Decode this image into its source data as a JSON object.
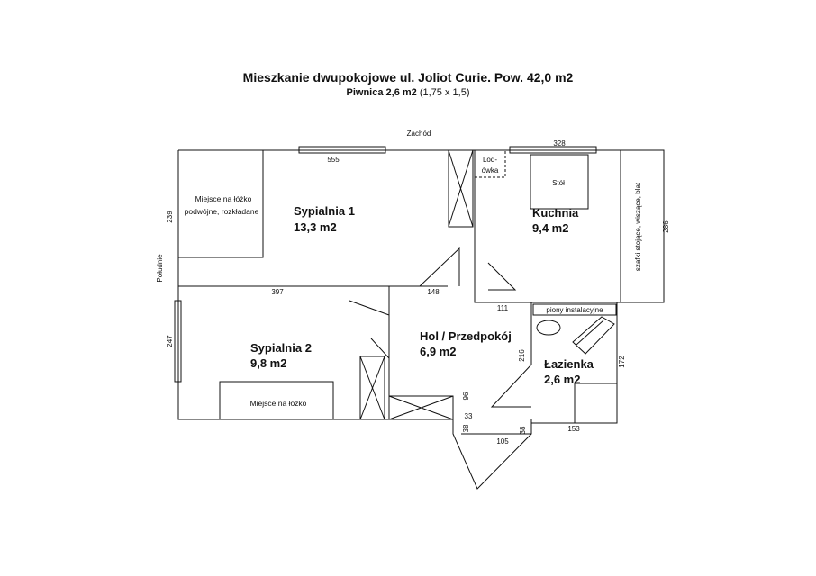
{
  "title": "Mieszkanie dwupokojowe ul. Joliot Curie. Pow. 42,0 m2",
  "subtitle_bold": "Piwnica 2,6 m2",
  "subtitle_rest": " (1,75 x 1,5)",
  "compass": {
    "west": "Zachód",
    "south": "Południe"
  },
  "rooms": {
    "sypialnia1": {
      "name": "Sypialnia 1",
      "area": "13,3 m2"
    },
    "sypialnia2": {
      "name": "Sypialnia 2",
      "area": "9,8 m2"
    },
    "kuchnia": {
      "name": "Kuchnia",
      "area": "9,4 m2"
    },
    "hol": {
      "name": "Hol / Przedpokój",
      "area": "6,9 m2"
    },
    "lazienka": {
      "name": "Łazienka",
      "area": "2,6 m2"
    }
  },
  "furniture": {
    "bed1_line1": "Miejsce na łóżko",
    "bed1_line2": "podwójne, rozkładane",
    "bed2": "Miejsce na łóżko",
    "fridge_line1": "Lod-",
    "fridge_line2": "ówka",
    "table": "Stół",
    "cabinets": "szafki stojące, wiszące, blat",
    "installations": "piony instalacyjne"
  },
  "dimensions": {
    "d555": "555",
    "d328": "328",
    "d239": "239",
    "d286": "286",
    "d397": "397",
    "d148": "148",
    "d111": "111",
    "d247": "247",
    "d216": "216",
    "d172": "172",
    "d96": "96",
    "d33": "33",
    "d38a": "38",
    "d38b": "38",
    "d105": "105",
    "d153": "153"
  }
}
